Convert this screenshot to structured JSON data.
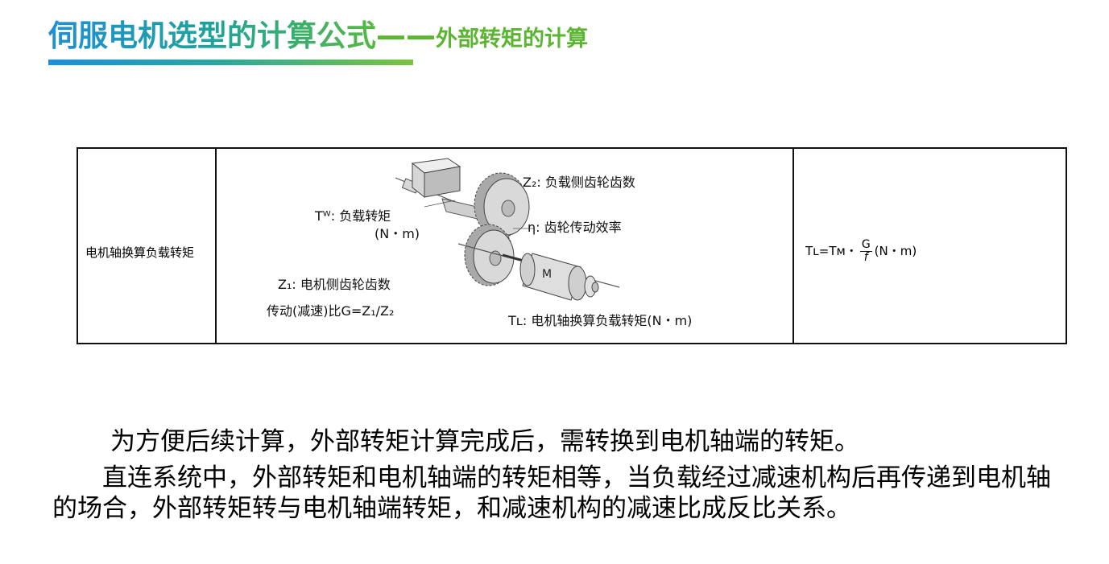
{
  "header": {
    "title": "伺服电机选型的计算公式",
    "dash": "——",
    "subtitle": "外部转矩的计算"
  },
  "table": {
    "row_label": "电机轴换算负载转矩",
    "diagram": {
      "z2": "Z₂: 负载侧齿轮齿数",
      "tw": "Tᵂ: 负载转矩",
      "tw_unit": "(N・m)",
      "eta": "η: 齿轮传动效率",
      "z1": "Z₁: 电机侧齿轮齿数",
      "ratio": "传动(减速)比G=Z₁/Z₂",
      "tl": "Tʟ: 电机轴换算负载转矩(N・m)",
      "motor": "M"
    },
    "formula": {
      "lhs": "Tʟ=Tᴍ・",
      "num": "G",
      "den": "f",
      "unit": "(N・m)"
    }
  },
  "body": {
    "p1": "为方便后续计算，外部转矩计算完成后，需转换到电机轴端的转矩。",
    "p2": "直连系统中，外部转矩和电机轴端的转矩相等，当负载经过减速机构后再传递到电机轴的场合，外部转矩转与电机轴端转矩，和减速机构的减速比成反比关系。"
  }
}
